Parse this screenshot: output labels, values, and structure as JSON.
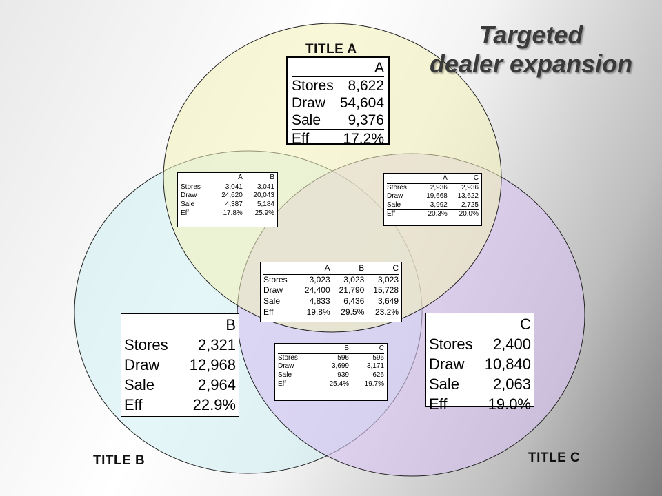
{
  "slide_title": {
    "line1": "Targeted",
    "line2": "dealer expansion"
  },
  "set_titles": {
    "a": "TITLE A",
    "b": "TITLE B",
    "c": "TITLE C"
  },
  "row_labels": {
    "stores": "Stores",
    "draw": "Draw",
    "sale": "Sale",
    "eff": "Eff"
  },
  "regions": {
    "a": {
      "headers": [
        "A"
      ],
      "stores": [
        "8,622"
      ],
      "draw": [
        "54,604"
      ],
      "sale": [
        "9,376"
      ],
      "eff": [
        "17.2%"
      ]
    },
    "b": {
      "headers": [
        "B"
      ],
      "stores": [
        "2,321"
      ],
      "draw": [
        "12,968"
      ],
      "sale": [
        "2,964"
      ],
      "eff": [
        "22.9%"
      ]
    },
    "c": {
      "headers": [
        "C"
      ],
      "stores": [
        "2,400"
      ],
      "draw": [
        "10,840"
      ],
      "sale": [
        "2,063"
      ],
      "eff": [
        "19.0%"
      ]
    },
    "ab": {
      "headers": [
        "A",
        "B"
      ],
      "stores": [
        "3,041",
        "3,041"
      ],
      "draw": [
        "24,620",
        "20,043"
      ],
      "sale": [
        "4,387",
        "5,184"
      ],
      "eff": [
        "17.8%",
        "25.9%"
      ]
    },
    "ac": {
      "headers": [
        "A",
        "C"
      ],
      "stores": [
        "2,936",
        "2,936"
      ],
      "draw": [
        "19,668",
        "13,622"
      ],
      "sale": [
        "3,992",
        "2,725"
      ],
      "eff": [
        "20.3%",
        "20.0%"
      ]
    },
    "bc": {
      "headers": [
        "B",
        "C"
      ],
      "stores": [
        "596",
        "596"
      ],
      "draw": [
        "3,699",
        "3,171"
      ],
      "sale": [
        "939",
        "626"
      ],
      "eff": [
        "25.4%",
        "19.7%"
      ]
    },
    "abc": {
      "headers": [
        "A",
        "B",
        "C"
      ],
      "stores": [
        "3,023",
        "3,023",
        "3,023"
      ],
      "draw": [
        "24,400",
        "21,790",
        "15,728"
      ],
      "sale": [
        "4,833",
        "6,436",
        "3,649"
      ],
      "eff": [
        "19.8%",
        "29.5%",
        "23.2%"
      ]
    }
  },
  "colors": {
    "circle_a": "#f3f0b8",
    "circle_b": "#cdeff3",
    "circle_c": "#d6c2f1"
  }
}
